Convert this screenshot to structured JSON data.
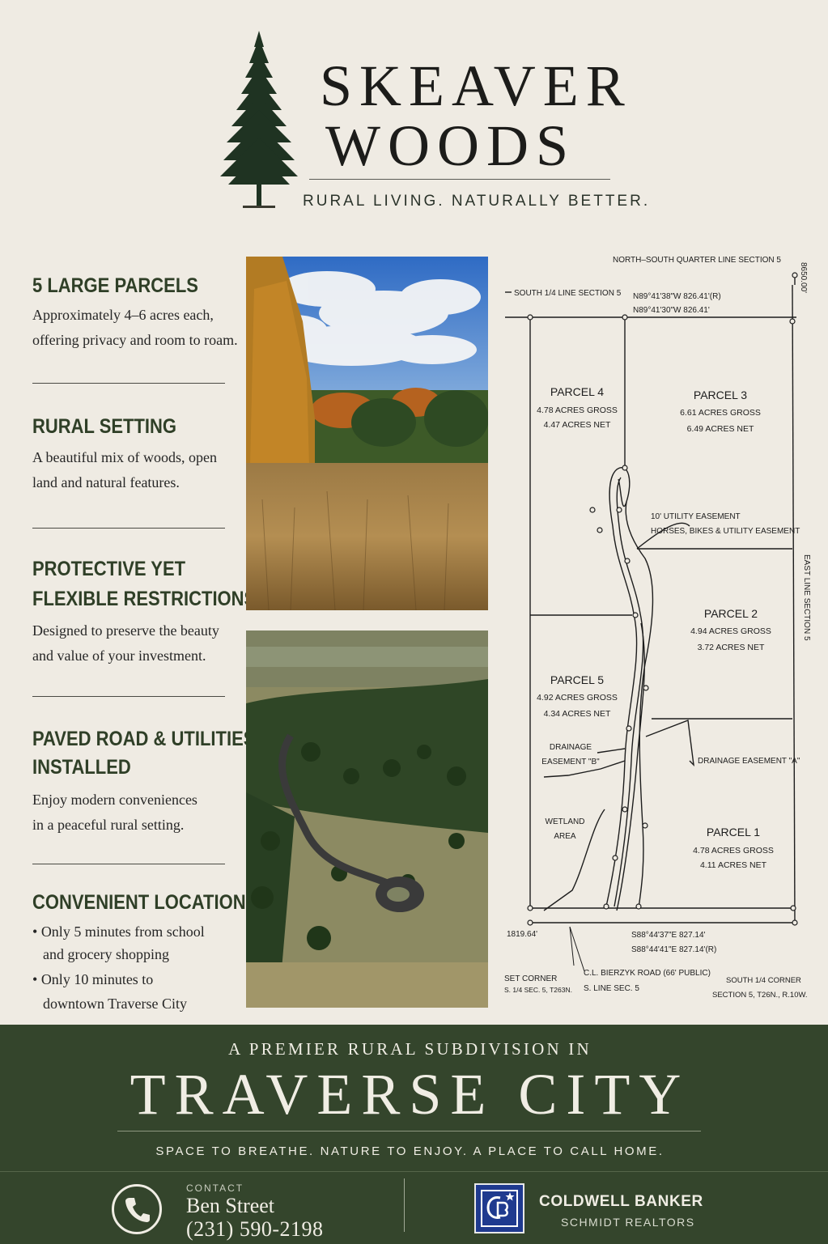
{
  "brand": {
    "line1": "SKEAVER",
    "line2": "WOODS",
    "tagline": "RURAL LIVING. NATURALLY BETTER."
  },
  "features": [
    {
      "title": "5 LARGE PARCELS",
      "body": [
        "Approximately 4–6 acres each,",
        "offering privacy and room to roam."
      ]
    },
    {
      "title": "RURAL SETTING",
      "body": [
        "A beautiful mix of woods, open",
        "land and natural features."
      ]
    },
    {
      "title": [
        "PROTECTIVE YET",
        "FLEXIBLE RESTRICTIONS"
      ],
      "body": [
        "Designed to preserve the beauty",
        "and value of your investment."
      ]
    },
    {
      "title": [
        "PAVED ROAD & UTILITIES",
        "INSTALLED"
      ],
      "body": [
        "Enjoy modern conveniences",
        "in a peaceful rural setting."
      ]
    },
    {
      "title": "CONVENIENT LOCATION",
      "bullets": [
        [
          "Only 5 minutes from school",
          "and grocery shopping"
        ],
        [
          "Only 10 minutes to",
          "downtown Traverse City"
        ]
      ]
    }
  ],
  "map": {
    "top_label": "NORTH–SOUTH QUARTER LINE SECTION 5",
    "dist_top_right": "8650.00'",
    "south_quarter_line": "SOUTH 1/4 LINE SECTION 5",
    "bearing_top_1": "N89°41'38\"W 826.41'(R)",
    "bearing_top_2": "N89°41'30\"W 826.41'",
    "east_line": "EAST LINE SECTION 5",
    "parcels": [
      {
        "name": "PARCEL 4",
        "gross": "4.78 ACRES GROSS",
        "net": "4.47 ACRES NET"
      },
      {
        "name": "PARCEL 3",
        "gross": "6.61 ACRES GROSS",
        "net": "6.49 ACRES NET"
      },
      {
        "name": "PARCEL 2",
        "gross": "4.94 ACRES GROSS",
        "net": "3.72 ACRES NET"
      },
      {
        "name": "PARCEL 5",
        "gross": "4.92 ACRES GROSS",
        "net": "4.34 ACRES NET"
      },
      {
        "name": "PARCEL 1",
        "gross": "4.78 ACRES GROSS",
        "net": "4.11 ACRES NET"
      }
    ],
    "utility_easement": "10' UTILITY EASEMENT",
    "horses_easement": "HORSES, BIKES & UTILITY EASEMENT",
    "drainage_b_1": "DRAINAGE",
    "drainage_b_2": "EASEMENT \"B\"",
    "drainage_a": "DRAINAGE EASEMENT \"A\"",
    "wetland_1": "WETLAND",
    "wetland_2": "AREA",
    "dist_bottom_left": "1819.64'",
    "bearing_bottom_1": "S88°44'37\"E 827.14'",
    "bearing_bottom_2": "S88°44'41\"E 827.14'(R)",
    "set_corner_1": "SET CORNER",
    "set_corner_2": "S. 1/4 SEC. 5, T263N.",
    "road_1": "C.L. BIERZYK ROAD (66' PUBLIC)",
    "road_2": "S. LINE SEC. 5",
    "south_corner_1": "SOUTH 1/4 CORNER",
    "south_corner_2": "SECTION 5, T26N., R.10W."
  },
  "footer": {
    "premier": "A PREMIER RURAL SUBDIVISION IN",
    "city": "TRAVERSE CITY",
    "slogan": "SPACE TO BREATHE. NATURE TO ENJOY. A PLACE TO CALL HOME.",
    "contact_label": "CONTACT",
    "contact_name": "Ben Street",
    "contact_phone": "(231) 590-2198",
    "broker_name": "COLDWELL BANKER",
    "broker_sub": "SCHMIDT REALTORS"
  },
  "colors": {
    "background": "#efebe3",
    "forest_green": "#34452c",
    "heading_green": "#2f3f27",
    "coldwell_blue": "#1f3a8f"
  },
  "icons": [
    "pine-tree-icon",
    "phone-icon",
    "coldwell-banker-logo"
  ]
}
